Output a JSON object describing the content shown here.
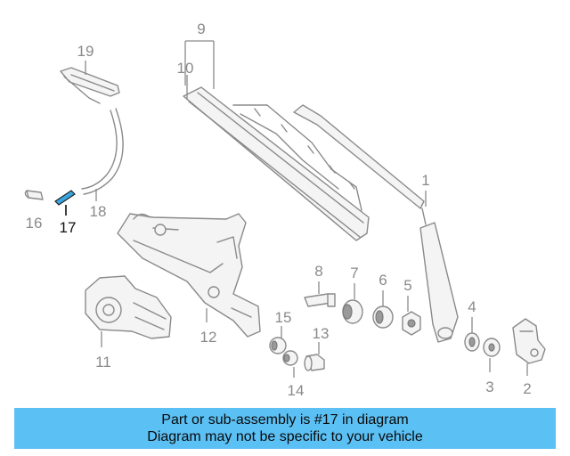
{
  "callouts": {
    "c1": "1",
    "c2": "2",
    "c3": "3",
    "c4": "4",
    "c5": "5",
    "c6": "6",
    "c7": "7",
    "c8": "8",
    "c9": "9",
    "c10": "10",
    "c11": "11",
    "c12": "12",
    "c13": "13",
    "c14": "14",
    "c15": "15",
    "c16": "16",
    "c17": "17",
    "c18": "18",
    "c19": "19"
  },
  "highlight": {
    "part": "17",
    "color": "#3aa6e0"
  },
  "banner": {
    "line1": "Part or sub-assembly is #17 in diagram",
    "line2": "Diagram may not be specific to your vehicle",
    "background": "#5bc0f4"
  }
}
